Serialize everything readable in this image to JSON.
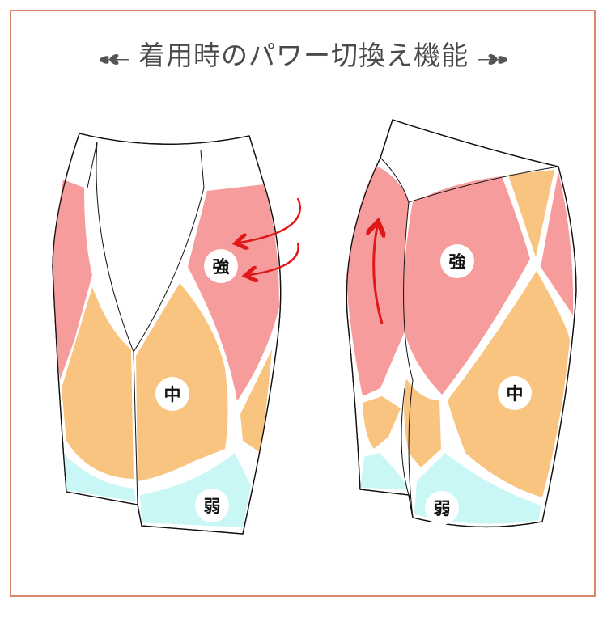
{
  "title": "着用時のパワー切換え機能",
  "legend": {
    "strong": "強",
    "medium": "中",
    "weak": "弱"
  },
  "colors": {
    "strong": "#f79c9c",
    "medium": "#f8c47f",
    "weak": "#c9f7f5",
    "frame": "#d9876d",
    "arrow": "#e01818"
  }
}
